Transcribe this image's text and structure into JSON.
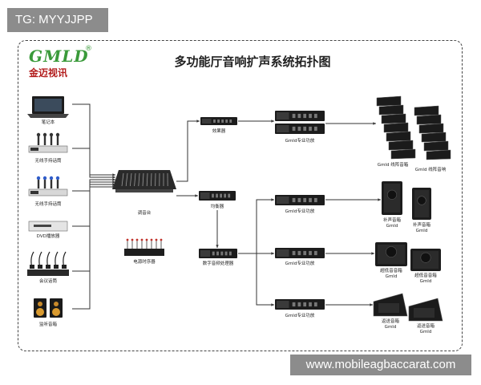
{
  "corner_tag": "TG: MYYJJPP",
  "watermark": "www.mobileagbaccarat.com",
  "brand": {
    "logo": "GMLD",
    "cn": "金迈视讯",
    "reg": "®"
  },
  "title": "多功能厅音响扩声系统拓扑图",
  "colors": {
    "line": "#333333",
    "device": "#1c1c1c",
    "panel": "#3a3a3a",
    "frame": "#444444",
    "brand_green": "#3a9a3a",
    "brand_red": "#b21b1b"
  },
  "inputs": [
    {
      "label": "笔记本"
    },
    {
      "label": "无线手持话筒"
    },
    {
      "label": "无线手持话筒"
    },
    {
      "label": "DVD播放器"
    },
    {
      "label": "会议话筒"
    },
    {
      "label": "监听音箱"
    }
  ],
  "mixer": {
    "label": "调音台"
  },
  "power_sequencer": {
    "label": "电源时序器"
  },
  "effects": {
    "label": "效果器"
  },
  "splitter": {
    "label": "均衡器"
  },
  "dsp": {
    "label": "数字音频处理器"
  },
  "amplifiers": [
    {
      "label": "Gmld专业功放"
    },
    {
      "label": "Gmld专业功放"
    },
    {
      "label": "Gmld专业功放"
    },
    {
      "label": "Gmld专业功放"
    }
  ],
  "speakers": [
    {
      "label": "Gmld 线阵音箱"
    },
    {
      "label": "Gmld 线阵音响"
    },
    {
      "label": "补声音箱\nGmld"
    },
    {
      "label": "补声音箱\nGmld"
    },
    {
      "label": "超低音音箱\nGmld"
    },
    {
      "label": "超低音音箱\nGmld"
    },
    {
      "label": "返送音箱\nGmld"
    },
    {
      "label": "返送音箱\nGmld"
    }
  ]
}
